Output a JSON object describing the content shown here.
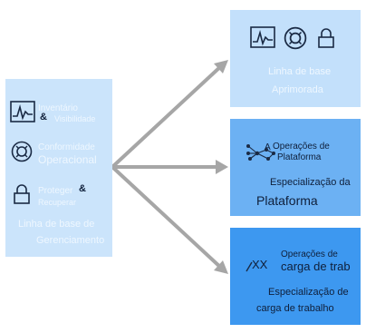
{
  "management": {
    "item1_line1": "Inventário",
    "item1_amp": "&",
    "item1_line2": "Visibilidade",
    "item2_line1": "Conformidade",
    "item2_line2": "Operacional",
    "item3_line1": "Proteger",
    "item3_amp": "&",
    "item3_line2": "Recuperar",
    "footer_line1": "Linha de base de",
    "footer_line2": "Gerenciamento"
  },
  "improved": {
    "line1": "Linha de base",
    "line2": "Aprimorada"
  },
  "platform": {
    "label_prefix": "A",
    "label_line1": "Operações de",
    "label_line2": "Plataforma",
    "title_line1": "Especialização da",
    "title_line2": "Plataforma"
  },
  "workload": {
    "icon_glyph": "XX",
    "label_line1": "Operações de",
    "label_line2": "carga de trab",
    "title_line1": "Especialização de",
    "title_line2": "carga de trabalho"
  },
  "colors": {
    "management_box": "#cbe4fb",
    "improved_box": "#c3e0fb",
    "platform_box": "#6cb1f3",
    "workload_box": "#3d98f0",
    "arrow": "#a6a6a6"
  }
}
